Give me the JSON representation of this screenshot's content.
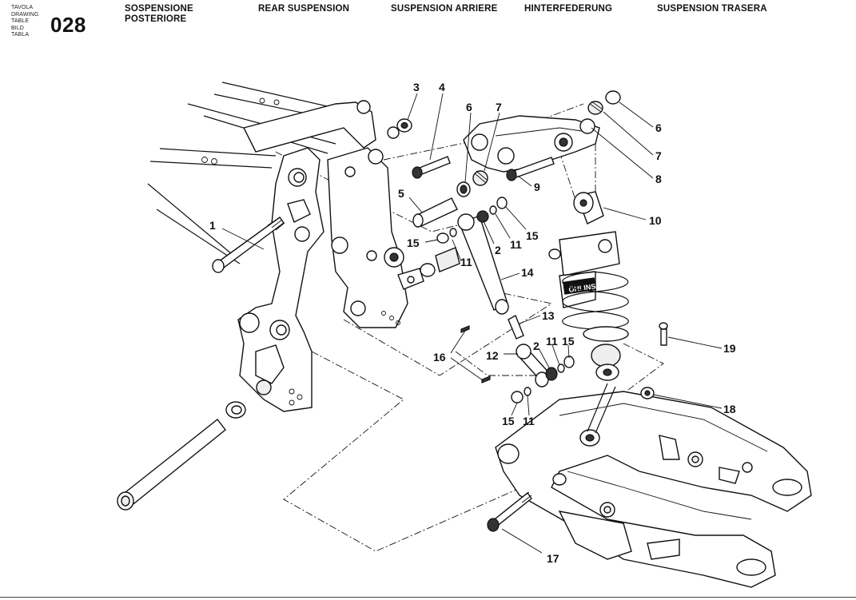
{
  "header": {
    "labels": [
      "TAVOLA",
      "DRAWING",
      "TABLE",
      "BILD",
      "TABLA"
    ],
    "table_number": "028",
    "titles": {
      "it": "SOSPENSIONE POSTERIORE",
      "en": "REAR SUSPENSION",
      "fr": "SUSPENSION ARRIERE",
      "de": "HINTERFEDERUNG",
      "es": "SUSPENSION TRASERA"
    }
  },
  "callouts": [
    {
      "id": "c1",
      "text": "1"
    },
    {
      "id": "c2a",
      "text": "2"
    },
    {
      "id": "c2b",
      "text": "2"
    },
    {
      "id": "c3",
      "text": "3"
    },
    {
      "id": "c4",
      "text": "4"
    },
    {
      "id": "c5",
      "text": "5"
    },
    {
      "id": "c6a",
      "text": "6"
    },
    {
      "id": "c6b",
      "text": "6"
    },
    {
      "id": "c7a",
      "text": "7"
    },
    {
      "id": "c7b",
      "text": "7"
    },
    {
      "id": "c8",
      "text": "8"
    },
    {
      "id": "c9",
      "text": "9"
    },
    {
      "id": "c10",
      "text": "10"
    },
    {
      "id": "c11a",
      "text": "11"
    },
    {
      "id": "c11b",
      "text": "11"
    },
    {
      "id": "c11c",
      "text": "11"
    },
    {
      "id": "c11d",
      "text": "11"
    },
    {
      "id": "c12",
      "text": "12"
    },
    {
      "id": "c13",
      "text": "13"
    },
    {
      "id": "c14",
      "text": "14"
    },
    {
      "id": "c15a",
      "text": "15"
    },
    {
      "id": "c15b",
      "text": "15"
    },
    {
      "id": "c15c",
      "text": "15"
    },
    {
      "id": "c15d",
      "text": "15"
    },
    {
      "id": "c16",
      "text": "16"
    },
    {
      "id": "c17",
      "text": "17"
    },
    {
      "id": "c18",
      "text": "18"
    },
    {
      "id": "c19",
      "text": "19"
    }
  ],
  "shock_brand": "ÖHLINS"
}
